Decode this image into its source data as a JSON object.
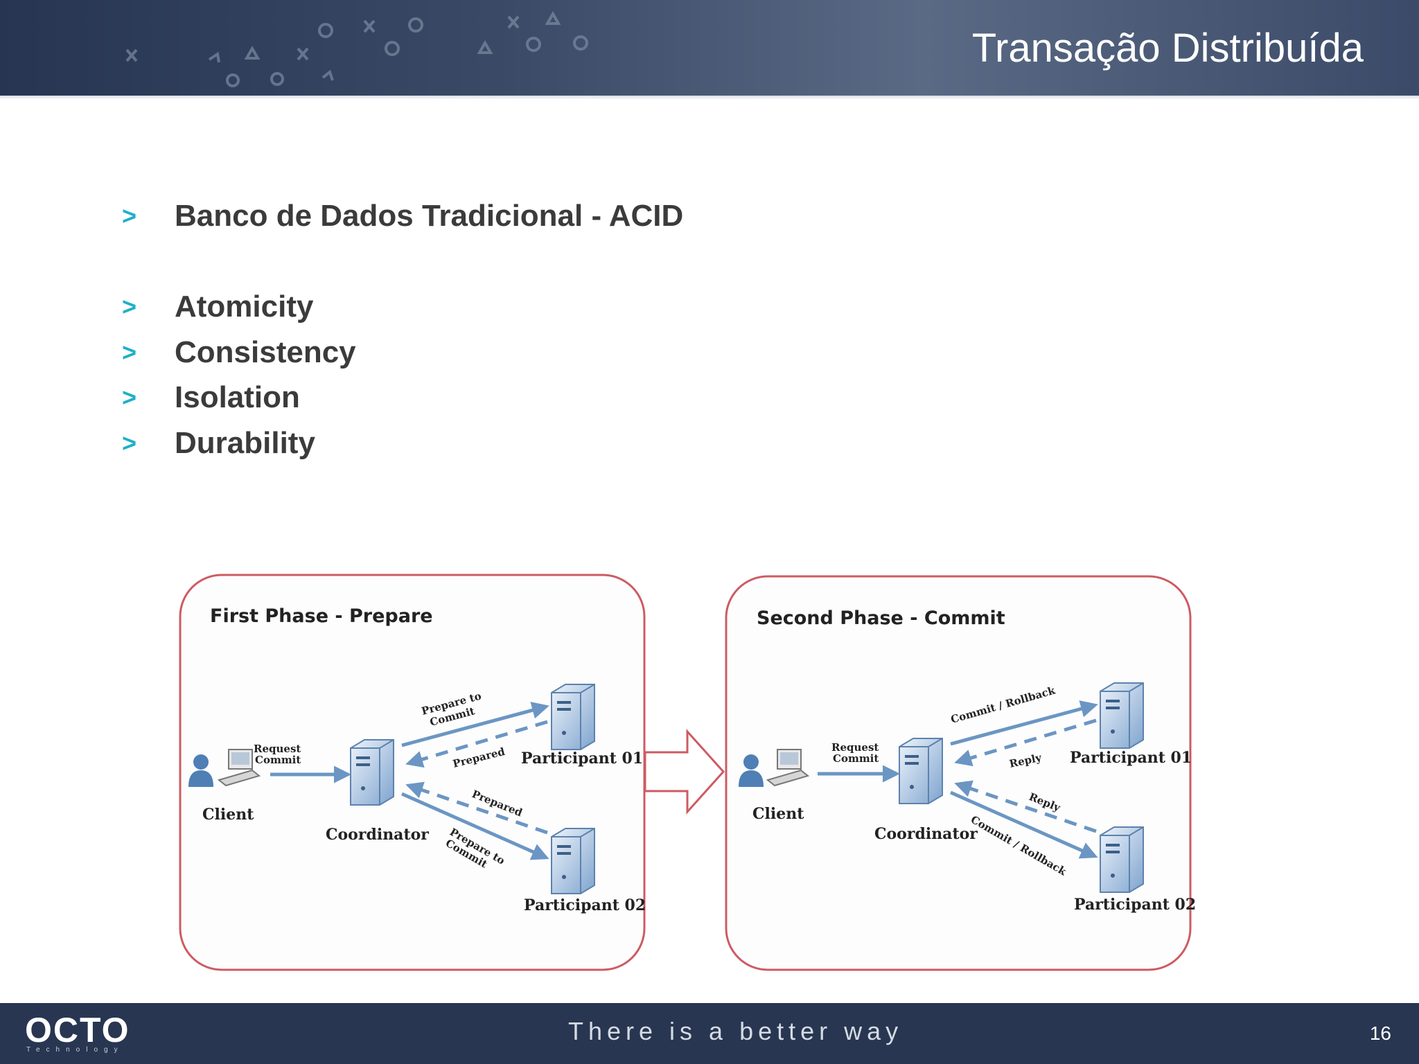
{
  "slide": {
    "title": "Transação Distribuída",
    "page_number": "16"
  },
  "bullets": [
    {
      "marker": ">",
      "text": "Banco de Dados Tradicional - ACID"
    },
    {
      "marker": ">",
      "text": "Atomicity"
    },
    {
      "marker": ">",
      "text": "Consistency"
    },
    {
      "marker": ">",
      "text": "Isolation"
    },
    {
      "marker": ">",
      "text": "Durability"
    }
  ],
  "diagram": {
    "phase1": {
      "title": "First Phase - Prepare",
      "client": "Client",
      "coordinator": "Coordinator",
      "participant1": "Participant 01",
      "participant2": "Participant 02",
      "request_line1": "Request",
      "request_line2": "Commit",
      "out_line1": "Prepare to",
      "out_line2": "Commit",
      "reply": "Prepared"
    },
    "phase2": {
      "title": "Second Phase - Commit",
      "client": "Client",
      "coordinator": "Coordinator",
      "participant1": "Participant 01",
      "participant2": "Participant 02",
      "request_line1": "Request",
      "request_line2": "Commit",
      "out": "Commit / Rollback",
      "reply": "Reply"
    }
  },
  "footer": {
    "logo": "OCTO",
    "logo_sub": "Technology",
    "tagline": "There is a better way"
  },
  "colors": {
    "header": "#2e3c5a",
    "accent": "#1eb0c8",
    "frame": "#cd5b63",
    "arrow": "#6b96c3",
    "footer": "#283652"
  }
}
